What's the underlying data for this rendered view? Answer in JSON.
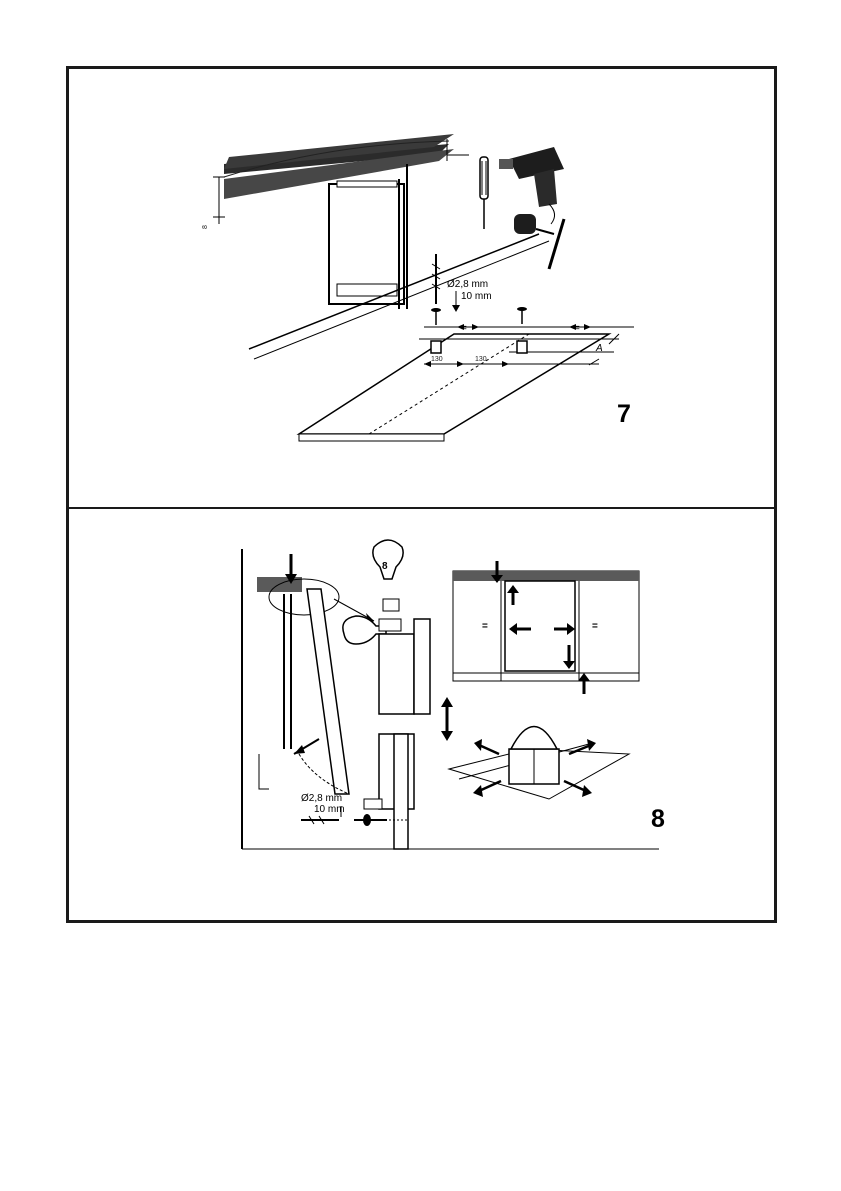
{
  "figure7": {
    "number": "7",
    "drill_diameter": "Ø2,8 mm",
    "drill_depth": "10 mm",
    "dim_a": "A",
    "dim_spacing_left": "130",
    "dim_spacing_right": "130",
    "dim_side": "8",
    "equal_mark": "="
  },
  "figure8": {
    "number": "8",
    "drill_diameter": "Ø2,8 mm",
    "drill_depth": "10 mm",
    "wrench_label": "8",
    "equal_mark": "="
  }
}
